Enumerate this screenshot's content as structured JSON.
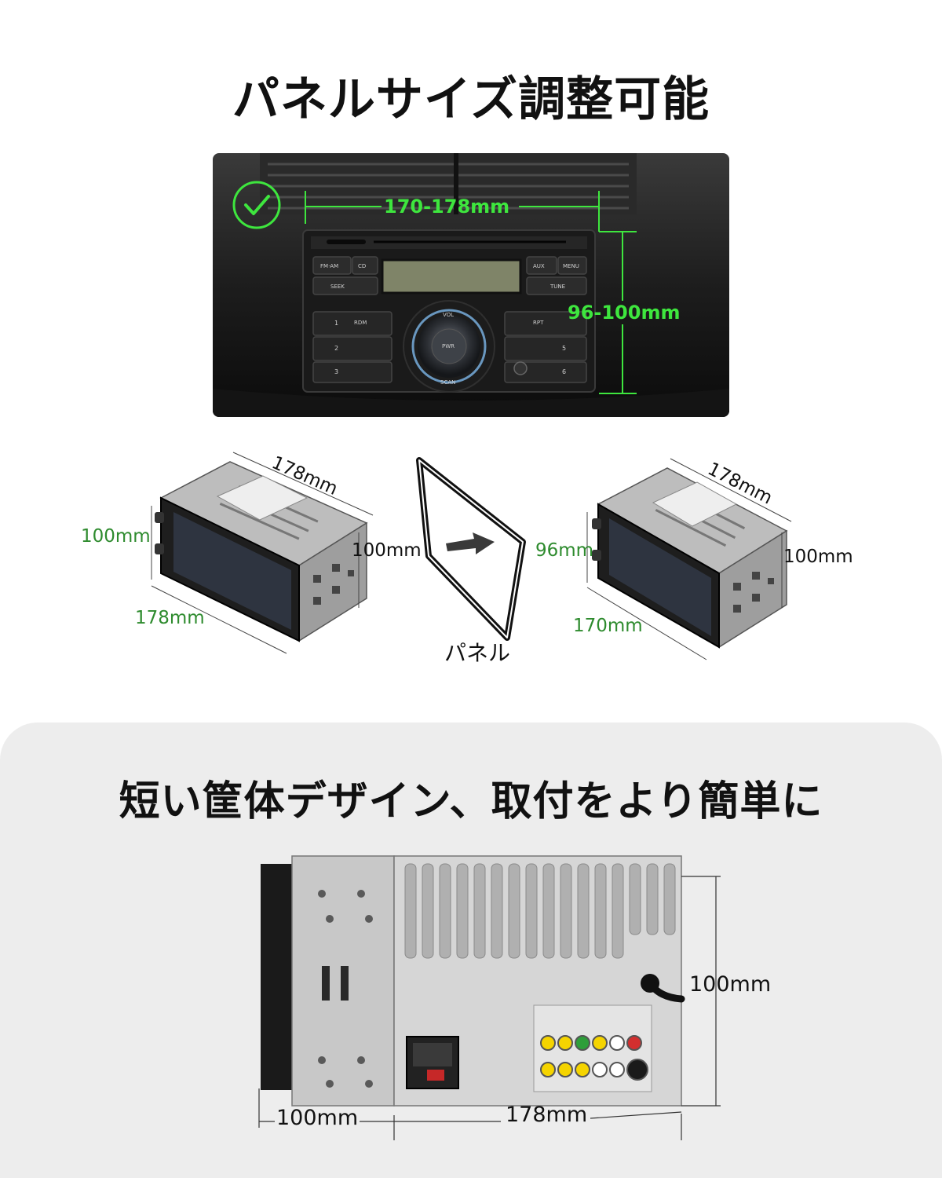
{
  "top_section": {
    "title": "パネルサイズ調整可能",
    "photo": {
      "check_icon": "check-circle-icon",
      "width_label": "170-178mm",
      "height_label": "96-100mm",
      "radio_labels": [
        "FM·AM",
        "CD",
        "SEEK",
        "AUX",
        "MENU",
        "TUNE",
        "VOL",
        "PWR",
        "SCAN",
        "1",
        "2",
        "3",
        "RDM",
        "RPT",
        "5",
        "6"
      ]
    },
    "left_unit": {
      "depth_label": "178mm",
      "height_front_label": "100mm",
      "height_side_label": "100mm",
      "width_label": "178mm"
    },
    "panel": {
      "label": "パネル",
      "arrow_icon": "arrow-right-icon"
    },
    "right_unit": {
      "depth_label": "178mm",
      "height_front_label": "96mm",
      "height_side_label": "100mm",
      "width_label": "170mm"
    }
  },
  "bottom_section": {
    "title": "短い筐体デザイン、取付をより簡単に",
    "rear_view": {
      "height_label": "100mm",
      "depth_label": "100mm",
      "width_label": "178mm"
    }
  },
  "colors": {
    "accent_green": "#3ee63e",
    "label_green": "#2e8b2e",
    "band_gray": "#ededed"
  }
}
